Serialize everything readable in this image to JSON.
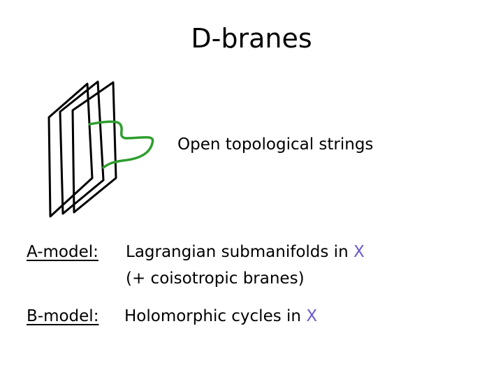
{
  "title": "D-branes",
  "caption": "Open topological strings",
  "rows": [
    {
      "label": "A-model:",
      "text": "Lagrangian submanifolds in ",
      "var": "X",
      "subtext": "(+ coisotropic branes)"
    },
    {
      "label": "B-model:",
      "text": "Holomorphic cycles in ",
      "var": "X"
    }
  ],
  "colors": {
    "string": "#2e9e2e",
    "variable": "#6a5acd",
    "text": "#000000"
  }
}
